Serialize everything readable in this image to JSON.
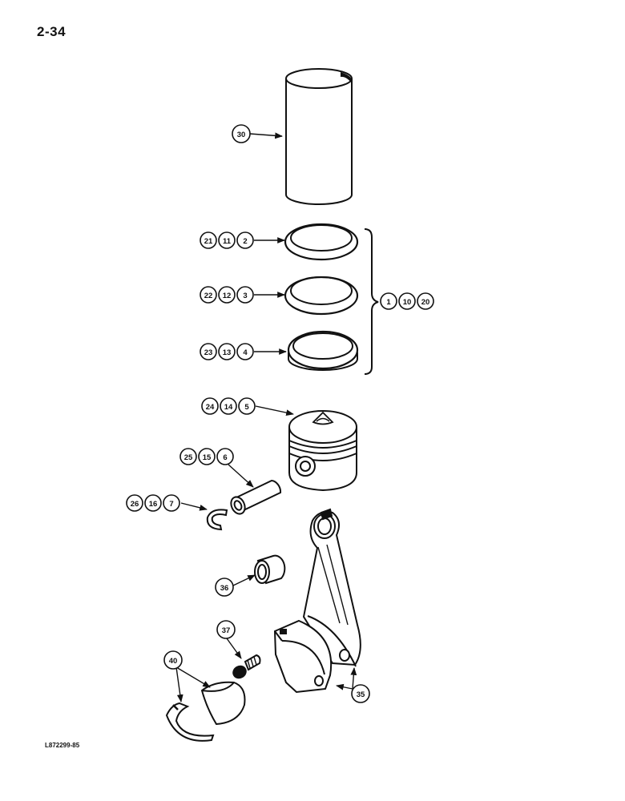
{
  "page_number": "2-34",
  "reference_code": "L872299-85",
  "callouts": {
    "c30": "30",
    "c21": "21",
    "c11": "11",
    "c2": "2",
    "c22": "22",
    "c12": "12",
    "c3": "3",
    "c23": "23",
    "c13": "13",
    "c4": "4",
    "c1": "1",
    "c10": "10",
    "c20": "20",
    "c24": "24",
    "c14": "14",
    "c5": "5",
    "c25": "25",
    "c15": "15",
    "c6": "6",
    "c26": "26",
    "c16": "16",
    "c7": "7",
    "c36": "36",
    "c37": "37",
    "c40": "40",
    "c35": "35"
  }
}
